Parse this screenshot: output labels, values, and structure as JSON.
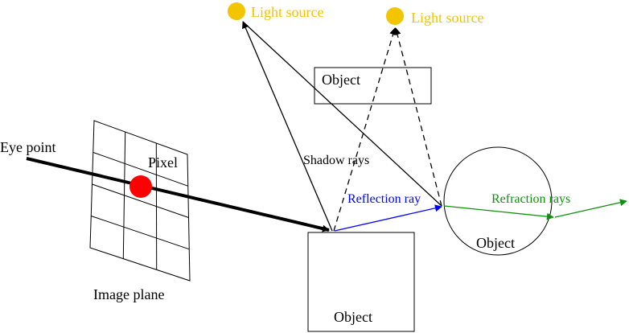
{
  "diagram": {
    "labels": {
      "light_source_1": "Light source",
      "light_source_2": "Light source",
      "object_top": "Object",
      "eye_point": "Eye point",
      "pixel": "Pixel",
      "shadow_rays": "Shadow rays",
      "reflection_ray": "Reflection ray",
      "refraction_rays": "Refraction rays",
      "object_sphere": "Object",
      "image_plane": "Image plane",
      "object_box": "Object"
    },
    "colors": {
      "light_source": "#f2c500",
      "pixel": "#ff0000",
      "reflection_ray": "#0000ff",
      "refraction_rays": "#109010",
      "lines": "#000000"
    }
  }
}
